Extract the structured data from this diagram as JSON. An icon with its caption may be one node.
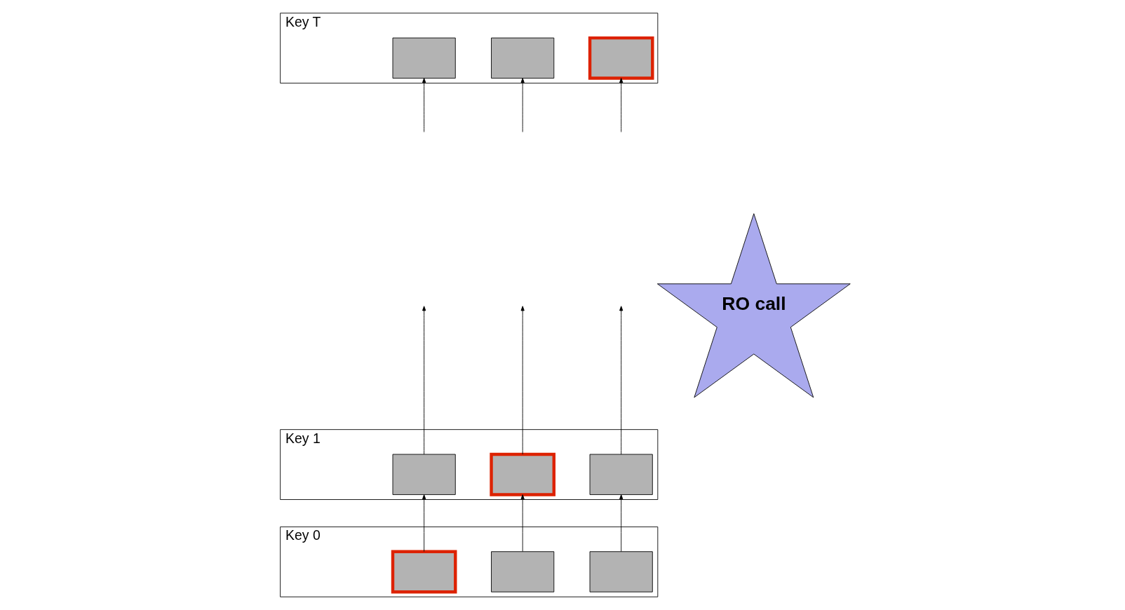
{
  "diagram": {
    "nodes": [
      {
        "text": [
          "Key T"
        ]
      },
      {
        "text": [],
        "shape": "box",
        "in": 0
      },
      {
        "text": [],
        "shape": "box",
        "in": 0
      },
      {
        "text": [],
        "shape": "box",
        "in": 0
      },
      {
        "text": [
          "Key 1"
        ]
      },
      {
        "text": [],
        "shape": "box",
        "in": 4
      },
      {
        "text": [],
        "shape": "box",
        "in": 4
      },
      {
        "text": [],
        "shape": "box",
        "in": 4
      },
      {
        "text": [
          "Key 0"
        ]
      },
      {
        "text": [],
        "shape": "box",
        "in": 8
      },
      {
        "text": [],
        "shape": "box",
        "in": 8
      },
      {
        "text": [],
        "shape": "box",
        "in": 8
      },
      {
        "text": [
          "RO call"
        ]
      }
    ],
    "edges": [
      {
        "from": 9,
        "to": 5,
        "arrow": "to"
      },
      {
        "from": 10,
        "to": 6,
        "arrow": "to"
      },
      {
        "from": 11,
        "to": 7,
        "arrow": "to"
      },
      {
        "from": 5,
        "to": null,
        "arrow": "to"
      },
      {
        "from": 6,
        "to": null,
        "arrow": "to"
      },
      {
        "from": 7,
        "to": null,
        "arrow": "to"
      },
      {
        "from": null,
        "to": 1,
        "arrow": "to"
      },
      {
        "from": null,
        "to": 2,
        "arrow": "to"
      },
      {
        "from": null,
        "to": 3,
        "arrow": "to"
      }
    ]
  }
}
